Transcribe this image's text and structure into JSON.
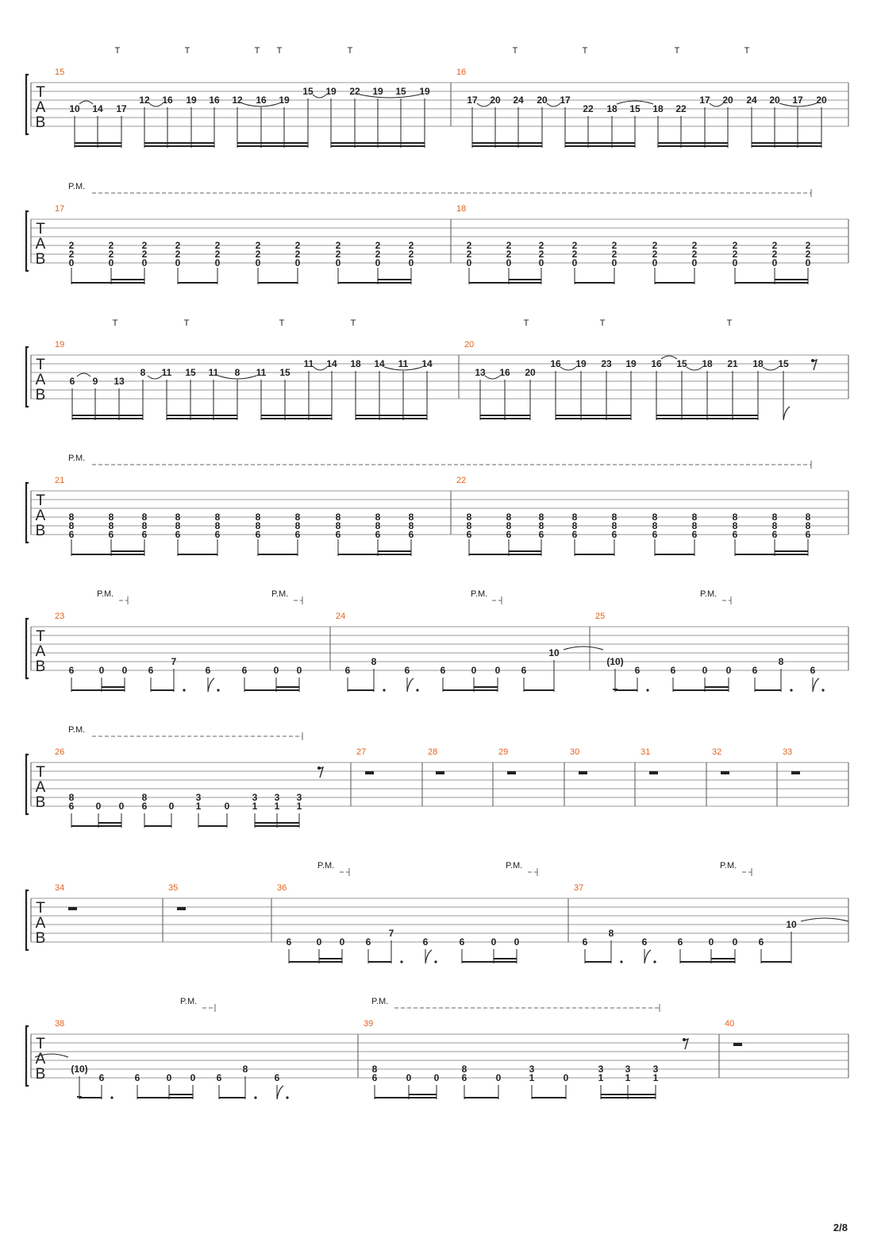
{
  "page": {
    "number": "2/8"
  },
  "colors": {
    "measure_number": "#e4621c",
    "ink": "#222222",
    "staff_line": "#9a9a9a"
  },
  "clef": [
    "T",
    "A",
    "B"
  ],
  "systems": [
    {
      "measures": [
        {
          "number": "15",
          "notes": [
            {
              "s": 4,
              "f": "10"
            },
            {
              "s": 4,
              "f": "14"
            },
            {
              "s": 4,
              "f": "17"
            },
            {
              "s": 3,
              "f": "12"
            },
            {
              "s": 3,
              "f": "16"
            },
            {
              "s": 3,
              "f": "19"
            },
            {
              "s": 3,
              "f": "16"
            },
            {
              "s": 3,
              "f": "12"
            },
            {
              "s": 3,
              "f": "16"
            },
            {
              "s": 3,
              "f": "19"
            },
            {
              "s": 2,
              "f": "15"
            },
            {
              "s": 2,
              "f": "19"
            },
            {
              "s": 2,
              "f": "22"
            },
            {
              "s": 2,
              "f": "19"
            },
            {
              "s": 2,
              "f": "15"
            },
            {
              "s": 2,
              "f": "19"
            }
          ],
          "tapped": [
            "T",
            "T",
            "T",
            "T",
            "T"
          ]
        },
        {
          "number": "16",
          "notes": [
            {
              "s": 3,
              "f": "17"
            },
            {
              "s": 3,
              "f": "20"
            },
            {
              "s": 3,
              "f": "24"
            },
            {
              "s": 3,
              "f": "20"
            },
            {
              "s": 3,
              "f": "17"
            },
            {
              "s": 4,
              "f": "22"
            },
            {
              "s": 4,
              "f": "18"
            },
            {
              "s": 4,
              "f": "15"
            },
            {
              "s": 4,
              "f": "18"
            },
            {
              "s": 4,
              "f": "22"
            },
            {
              "s": 3,
              "f": "17"
            },
            {
              "s": 3,
              "f": "20"
            },
            {
              "s": 3,
              "f": "24"
            },
            {
              "s": 3,
              "f": "20"
            },
            {
              "s": 3,
              "f": "17"
            },
            {
              "s": 3,
              "f": "20"
            }
          ],
          "tapped": [
            "T",
            "T",
            "T",
            "T"
          ]
        }
      ]
    },
    {
      "palm_mute": "P.M.",
      "measures": [
        {
          "number": "17",
          "chord": [
            "2",
            "2",
            "0"
          ],
          "count": 10
        },
        {
          "number": "18",
          "chord": [
            "2",
            "2",
            "0"
          ],
          "count": 10
        }
      ]
    },
    {
      "measures": [
        {
          "number": "19",
          "notes": [
            {
              "s": 4,
              "f": "6"
            },
            {
              "s": 4,
              "f": "9"
            },
            {
              "s": 4,
              "f": "13"
            },
            {
              "s": 3,
              "f": "8"
            },
            {
              "s": 3,
              "f": "11"
            },
            {
              "s": 3,
              "f": "15"
            },
            {
              "s": 3,
              "f": "11"
            },
            {
              "s": 3,
              "f": "8"
            },
            {
              "s": 3,
              "f": "11"
            },
            {
              "s": 3,
              "f": "15"
            },
            {
              "s": 2,
              "f": "11"
            },
            {
              "s": 2,
              "f": "14"
            },
            {
              "s": 2,
              "f": "18"
            },
            {
              "s": 2,
              "f": "14"
            },
            {
              "s": 2,
              "f": "11"
            },
            {
              "s": 2,
              "f": "14"
            }
          ],
          "tapped": [
            "T",
            "T",
            "T",
            "T"
          ]
        },
        {
          "number": "20",
          "notes": [
            {
              "s": 3,
              "f": "13"
            },
            {
              "s": 3,
              "f": "16"
            },
            {
              "s": 3,
              "f": "20"
            },
            {
              "s": 2,
              "f": "16"
            },
            {
              "s": 2,
              "f": "19"
            },
            {
              "s": 2,
              "f": "23"
            },
            {
              "s": 2,
              "f": "19"
            },
            {
              "s": 2,
              "f": "16"
            },
            {
              "s": 2,
              "f": "15"
            },
            {
              "s": 2,
              "f": "18"
            },
            {
              "s": 2,
              "f": "21"
            },
            {
              "s": 2,
              "f": "18"
            },
            {
              "s": 2,
              "f": "15"
            }
          ],
          "tapped": [
            "T",
            "T",
            "T"
          ]
        }
      ]
    },
    {
      "palm_mute": "P.M.",
      "measures": [
        {
          "number": "21",
          "chord": [
            "8",
            "8",
            "6"
          ],
          "count": 10
        },
        {
          "number": "22",
          "chord": [
            "8",
            "8",
            "6"
          ],
          "count": 10
        }
      ]
    },
    {
      "palm_mutes": [
        "P.M.",
        "P.M.",
        "P.M.",
        "P.M."
      ],
      "measures": [
        {
          "number": "23",
          "notes": [
            "6",
            "0",
            "0",
            "6",
            "7",
            "6",
            "6",
            "0",
            "0"
          ]
        },
        {
          "number": "24",
          "notes": [
            "6",
            "8",
            "6",
            "6",
            "0",
            "0",
            "6",
            "10"
          ]
        },
        {
          "number": "25",
          "notes": [
            "(10)",
            "6",
            "6",
            "0",
            "0",
            "6",
            "8",
            "6"
          ]
        }
      ]
    },
    {
      "palm_mute": "P.M.",
      "measures": [
        {
          "number": "26",
          "notes": [
            "8/6",
            "0",
            "0",
            "8/6",
            "0",
            "3/1",
            "0",
            "3/1",
            "3/1",
            "3/1"
          ]
        },
        {
          "number": "27"
        },
        {
          "number": "28"
        },
        {
          "number": "29"
        },
        {
          "number": "30"
        },
        {
          "number": "31"
        },
        {
          "number": "32"
        },
        {
          "number": "33"
        }
      ]
    },
    {
      "palm_mutes": [
        "P.M.",
        "P.M.",
        "P.M."
      ],
      "measures": [
        {
          "number": "34"
        },
        {
          "number": "35"
        },
        {
          "number": "36",
          "notes": [
            "6",
            "0",
            "0",
            "6",
            "7",
            "6",
            "6",
            "0",
            "0"
          ]
        },
        {
          "number": "37",
          "notes": [
            "6",
            "8",
            "6",
            "6",
            "0",
            "0",
            "6",
            "10"
          ]
        }
      ]
    },
    {
      "palm_mutes": [
        "P.M.",
        "P.M."
      ],
      "measures": [
        {
          "number": "38",
          "notes": [
            "(10)",
            "6",
            "6",
            "0",
            "0",
            "6",
            "8",
            "6"
          ]
        },
        {
          "number": "39",
          "notes": [
            "8/6",
            "0",
            "0",
            "8/6",
            "0",
            "3/1",
            "0",
            "3/1",
            "3/1",
            "3/1"
          ]
        },
        {
          "number": "40"
        }
      ]
    }
  ]
}
